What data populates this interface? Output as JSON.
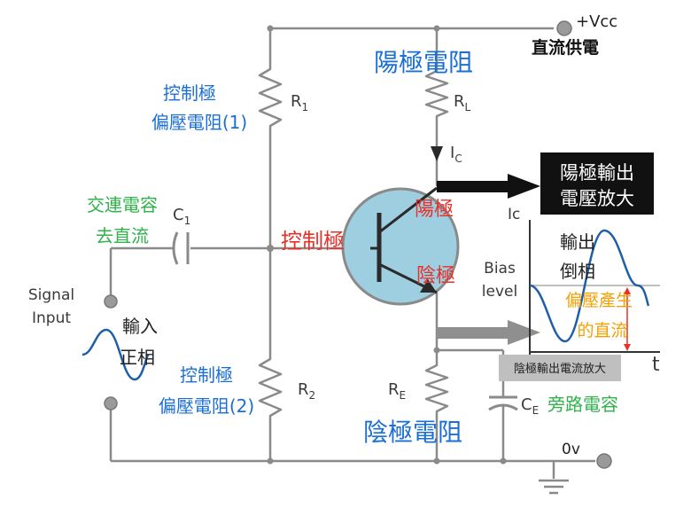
{
  "supply": {
    "vcc": "+Vcc",
    "vcc_label": "直流供電",
    "ground_v": "0v"
  },
  "components": {
    "r1": {
      "name": "R",
      "sub": "1",
      "label_line1": "控制極",
      "label_line2": "偏壓電阻(1)"
    },
    "r2": {
      "name": "R",
      "sub": "2",
      "label_line1": "控制極",
      "label_line2": "偏壓電阻(2)"
    },
    "rl": {
      "name": "R",
      "sub": "L",
      "label": "陽極電阻"
    },
    "re": {
      "name": "R",
      "sub": "E",
      "label": "陰極電阻"
    },
    "c1": {
      "name": "C",
      "sub": "1",
      "label_line1": "交連電容",
      "label_line2": "去直流"
    },
    "ce": {
      "name": "C",
      "sub": "E",
      "label": "旁路電容"
    }
  },
  "current": {
    "name": "I",
    "sub": "C"
  },
  "transistor": {
    "base": "控制極",
    "collector": "陽極",
    "emitter": "陰極"
  },
  "input": {
    "line1": "Signal",
    "line2": "Input",
    "note_line1": "輸入",
    "note_line2": "正相"
  },
  "output": {
    "box_line1": "陽極輸出",
    "box_line2": "電壓放大",
    "axis_y": "Ic",
    "axis_x": "t",
    "bias_line1": "Bias",
    "bias_line2": "level",
    "inverted_line1": "輸出",
    "inverted_line2": "倒相",
    "bias_note_line1": "偏壓產生",
    "bias_note_line2": "的直流",
    "emitter_box": "陰極輸出電流放大"
  },
  "colors": {
    "blue": "#1a6fd6",
    "green": "#2fb34a",
    "red": "#e8302a",
    "orange": "#f5a000",
    "wire": "#8a8a8a",
    "transistor_fill": "#9ecfe0",
    "sine": "#1f5fa8"
  }
}
